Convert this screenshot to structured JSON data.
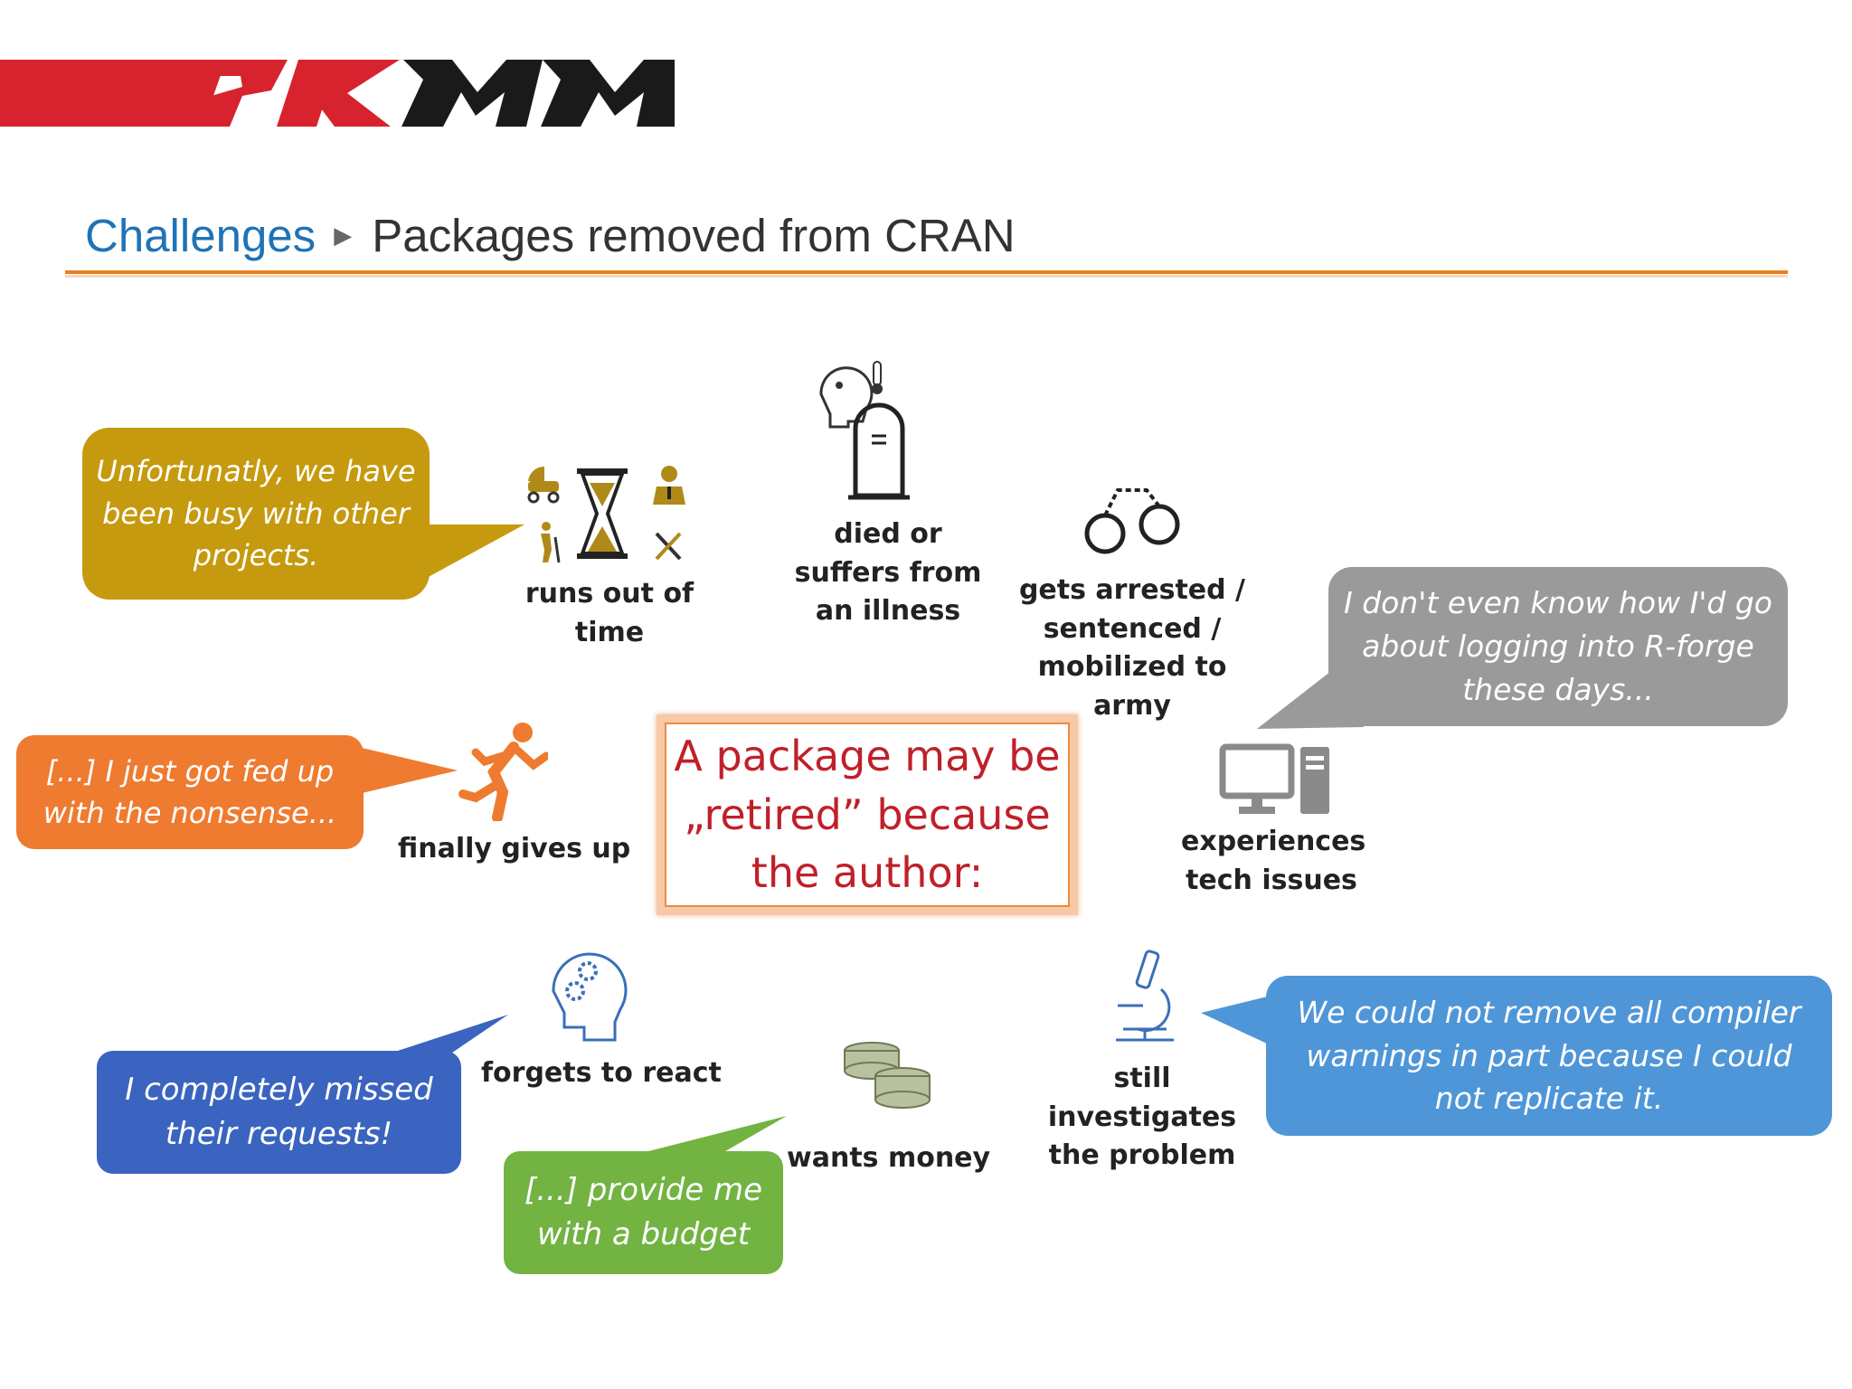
{
  "header": {
    "logo_text": "2KMM",
    "breadcrumb_parent": "Challenges",
    "breadcrumb_separator": "▶",
    "breadcrumb_current": "Packages removed from CRAN"
  },
  "center": {
    "text": "A package may be „retired” because the author:"
  },
  "reasons": {
    "time": "runs out of time",
    "illness": "died or suffers from an illness",
    "arrested": "gets arrested / sentenced  / mobilized to army",
    "gives_up": "finally gives up",
    "tech": "experiences tech issues",
    "forgets": "forgets to react",
    "money": "wants money",
    "investigates": "still investigates the problem"
  },
  "quotes": {
    "busy": "Unfortunatly, we have been busy with other projects.",
    "fed_up": "[...] I just got fed up with the nonsense...",
    "missed": "I completely missed their requests!",
    "budget": "[...] provide me with a budget",
    "rforge": "I don't even know how I'd go about logging into R-forge these days...",
    "compiler": "We could not remove all compiler warnings in part because I could not replicate it."
  },
  "colors": {
    "logo_red": "#d7232e",
    "logo_black": "#1a1a1a",
    "accent_orange": "#ee7d1c",
    "link_blue": "#1f73b7",
    "bubble_gold": "#c59a0e",
    "bubble_orange": "#ee7b30",
    "bubble_blue": "#3a64c0",
    "bubble_green": "#72b342",
    "bubble_gray": "#9a9a9a",
    "bubble_lightblue": "#4e96d8",
    "center_red": "#c0202a"
  },
  "icons": {
    "time": [
      "baby-carriage-icon",
      "hourglass-icon",
      "business-person-icon",
      "elderly-person-icon",
      "tools-icon"
    ],
    "illness": [
      "sick-head-icon",
      "thermometer-icon",
      "gravestone-icon"
    ],
    "arrested": "handcuffs-icon",
    "gives_up": "running-person-icon",
    "tech": "desktop-computer-icon",
    "forgets": "head-gears-icon",
    "money": "coins-icon",
    "investigates": "microscope-icon"
  }
}
